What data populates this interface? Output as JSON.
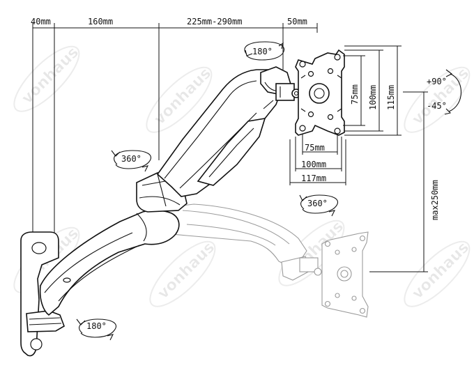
{
  "dimensions": {
    "wall_offset": "40mm",
    "lower_arm": "160mm",
    "upper_arm": "225mm-290mm",
    "head_offset": "50mm",
    "vesa_small_height": "75mm",
    "vesa_large_height": "100mm",
    "plate_height": "115mm",
    "vesa_small_width": "75mm",
    "vesa_large_width": "100mm",
    "plate_width": "117mm",
    "max_height_adjust": "max250mm"
  },
  "rotations": {
    "head_pan": "180°",
    "arm_joint": "360°",
    "head_rotate": "360°",
    "wall_pivot": "180°",
    "tilt_up": "+90°",
    "tilt_down": "-45°"
  },
  "watermark": "vonhaus",
  "colors": {
    "line": "#111111",
    "ghost_line": "#9a9a9a",
    "watermark": "#e7e7e7"
  }
}
